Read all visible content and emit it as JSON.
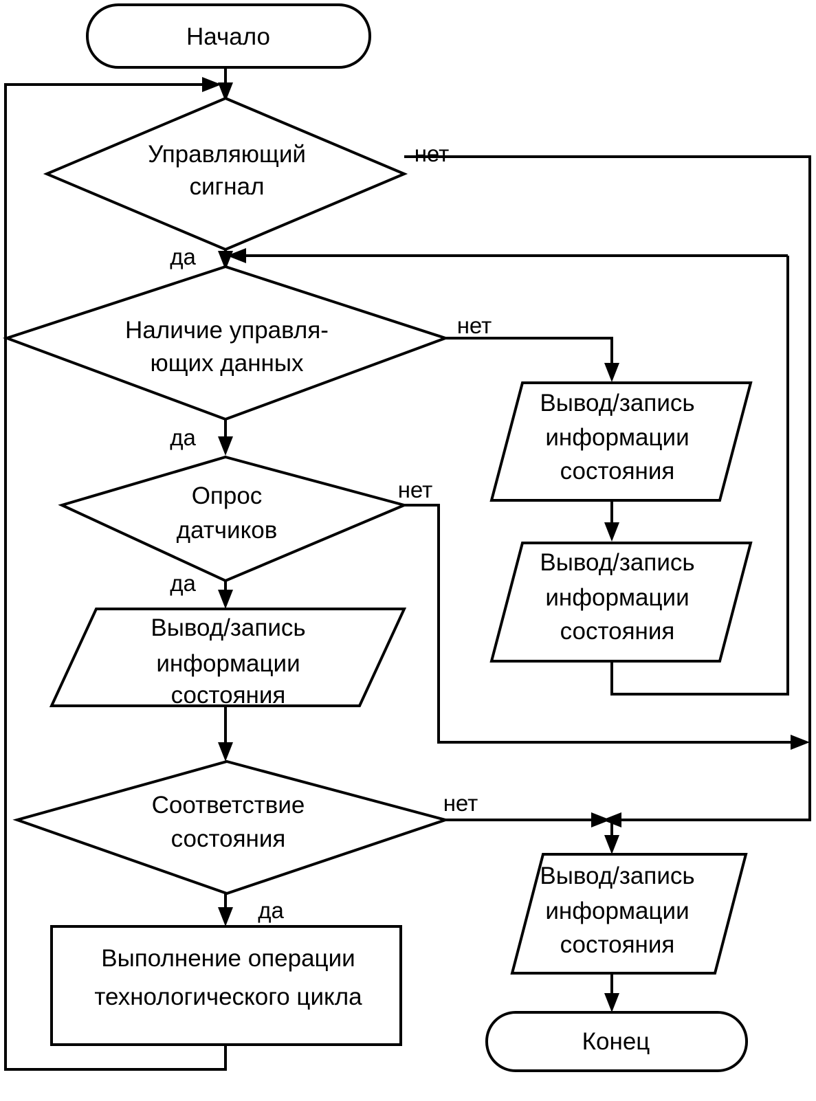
{
  "diagram": {
    "title": "Блок-схема алгоритма технологического цикла",
    "language": "ru",
    "background_color": "#ffffff",
    "line_color": "#000000",
    "stroke_width": 4
  },
  "nodes": {
    "start": {
      "type": "terminator",
      "label": "Начало"
    },
    "decision_control_signal": {
      "type": "decision",
      "label_line1": "Управляющий",
      "label_line2": "сигнал"
    },
    "decision_control_data": {
      "type": "decision",
      "label_line1": "Наличие управля-",
      "label_line2": "ющих данных"
    },
    "decision_sensor_poll": {
      "type": "decision",
      "label_line1": "Опрос",
      "label_line2": "датчиков"
    },
    "io_status_left": {
      "type": "io",
      "label_line1": "Вывод/запись",
      "label_line2": "информации",
      "label_line3": "состояния"
    },
    "io_status_right_1": {
      "type": "io",
      "label_line1": "Вывод/запись",
      "label_line2": "информации",
      "label_line3": "состояния"
    },
    "io_status_right_2": {
      "type": "io",
      "label_line1": "Вывод/запись",
      "label_line2": "информации",
      "label_line3": "состояния"
    },
    "decision_state_match": {
      "type": "decision",
      "label_line1": "Соответствие",
      "label_line2": "состояния"
    },
    "process_cycle_operation": {
      "type": "process",
      "label_line1": "Выполнение операции",
      "label_line2": "технологического цикла"
    },
    "io_status_bottom": {
      "type": "io",
      "label_line1": "Вывод/запись",
      "label_line2": "информации",
      "label_line3": "состояния"
    },
    "end": {
      "type": "terminator",
      "label": "Конец"
    }
  },
  "edge_labels": {
    "control_signal_no": "нет",
    "control_signal_yes": "да",
    "control_data_no": "нет",
    "control_data_yes": "да",
    "sensor_poll_no": "нет",
    "sensor_poll_yes": "да",
    "state_match_no": "нет",
    "state_match_yes": "да"
  }
}
